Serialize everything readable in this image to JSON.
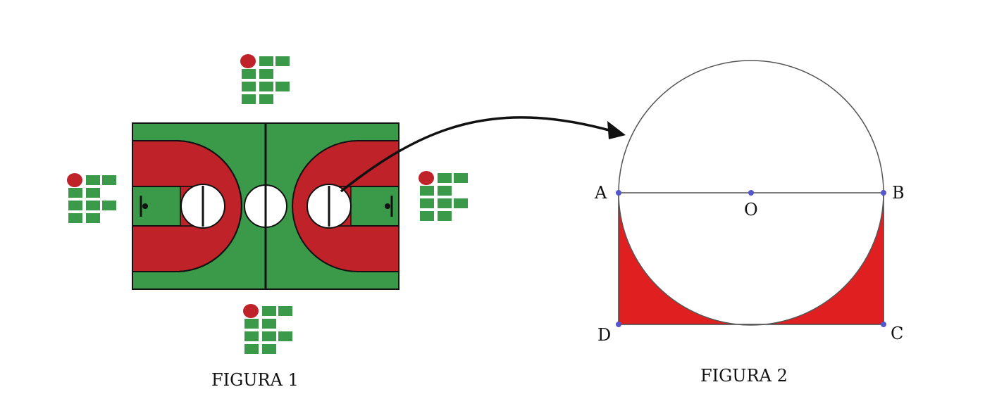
{
  "figure1": {
    "caption": "FIGURA 1",
    "colors": {
      "court": "#3a9a4a",
      "key": "#c0222a",
      "lines": "#111111",
      "logo_green": "#3a9a4a",
      "logo_red": "#c0222a"
    },
    "logo_icon": "institute-logo-icon"
  },
  "figure2": {
    "caption": "FIGURA 2",
    "points": {
      "A": "A",
      "B": "B",
      "C": "C",
      "D": "D",
      "O": "O"
    },
    "colors": {
      "shaded": "#e02020",
      "point": "#5555cc",
      "stroke": "#444444"
    }
  },
  "arrow": {
    "icon": "curved-arrow-icon"
  }
}
